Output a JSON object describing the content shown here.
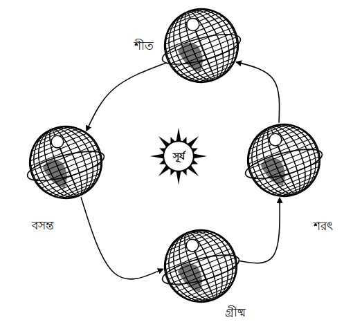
{
  "diagram": {
    "nodes": [
      {
        "text": [
          "শীত"
        ]
      },
      {
        "text": [
          "বসন্ত"
        ]
      },
      {
        "text": [
          "সূর্য"
        ]
      },
      {
        "text": [
          "শরৎ"
        ]
      },
      {
        "text": [
          "গ্রীষ্ম"
        ]
      }
    ],
    "edges": [
      {
        "from": 0,
        "to": 1,
        "arrow": "to"
      },
      {
        "from": 1,
        "to": 4,
        "arrow": "to"
      },
      {
        "from": 4,
        "to": 3,
        "arrow": "to"
      },
      {
        "from": 3,
        "to": 0,
        "arrow": "to"
      }
    ]
  }
}
